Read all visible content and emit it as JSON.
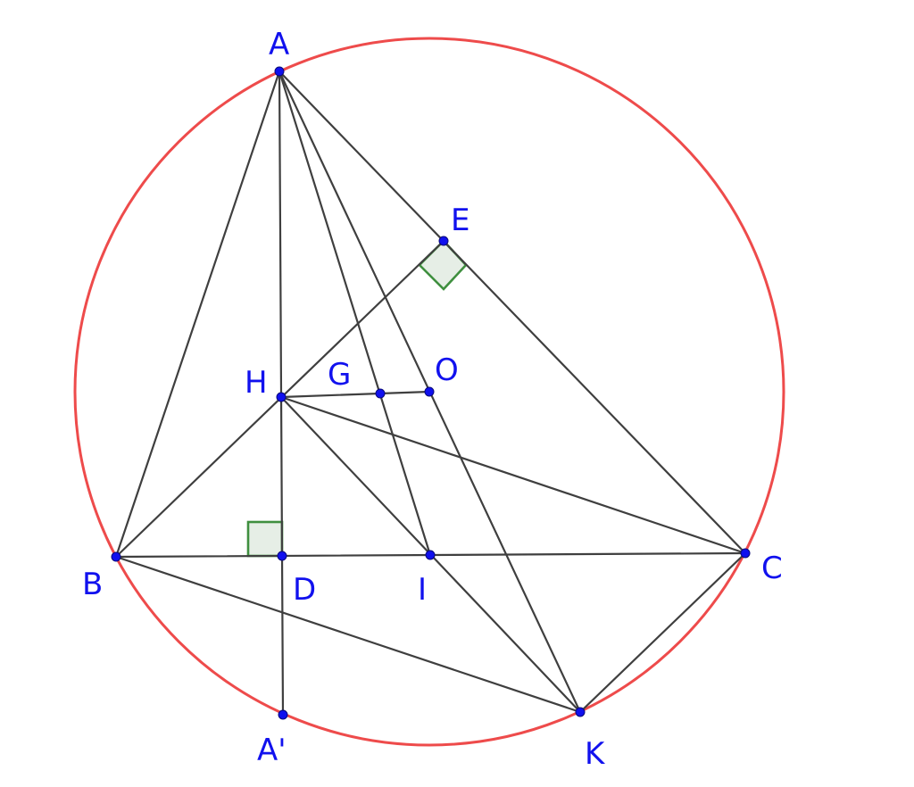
{
  "points": {
    "A": {
      "label": "A"
    },
    "B": {
      "label": "B"
    },
    "C": {
      "label": "C"
    },
    "E": {
      "label": "E"
    },
    "H": {
      "label": "H"
    },
    "G": {
      "label": "G"
    },
    "O": {
      "label": "O"
    },
    "D": {
      "label": "D"
    },
    "I": {
      "label": "I"
    },
    "A1": {
      "label": "A'"
    },
    "K": {
      "label": "K"
    }
  },
  "colors": {
    "circle": "#ee4b4b",
    "lines": "#3f3f3f",
    "points": "#1010ee",
    "labels": "#1111ee",
    "right_angle_marks": "#3f8f3f"
  }
}
